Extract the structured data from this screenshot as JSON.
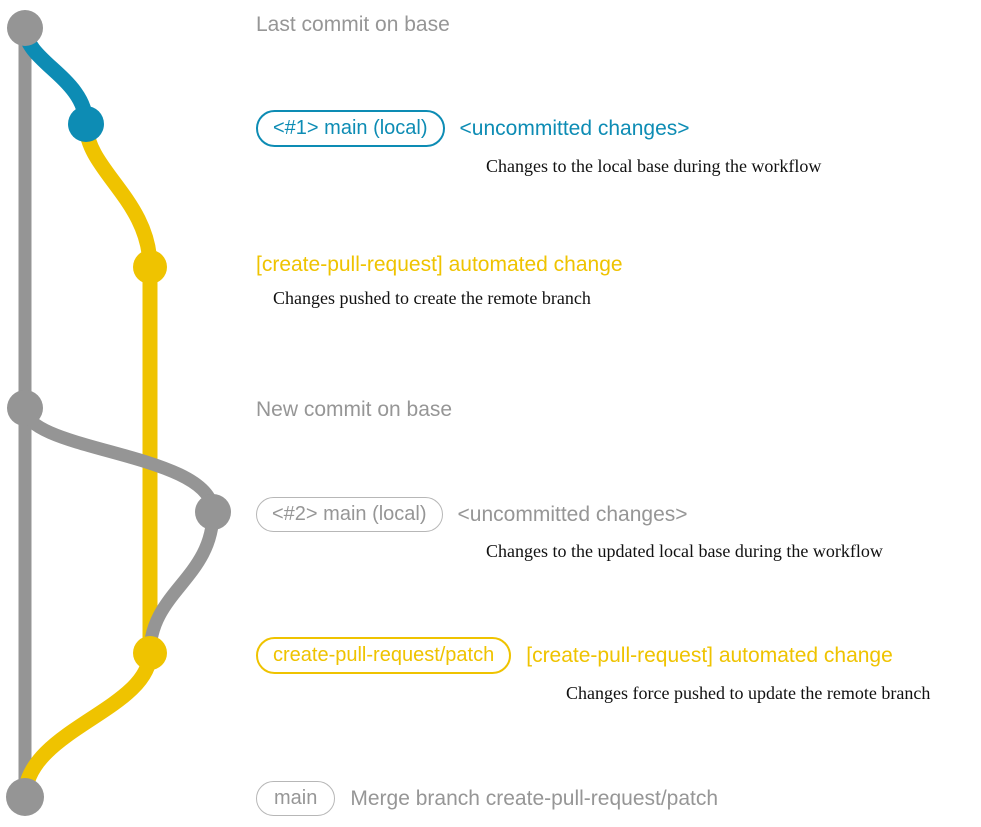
{
  "diagram": {
    "title": "git branch workflow graph",
    "colors": {
      "base_gray": "#959595",
      "local_blue": "#0d8cb4",
      "remote_yellow": "#efc300",
      "subtext_black": "#111111",
      "background": "#ffffff"
    }
  },
  "rows": [
    {
      "id": "last-commit-on-base",
      "pill": null,
      "headline": "Last commit on base",
      "headline_color": "gray",
      "subtext": null,
      "node_color": "#959595"
    },
    {
      "id": "local-main-1",
      "pill": "<#1> main (local)",
      "pill_color": "blue",
      "headline": "<uncommitted changes>",
      "headline_color": "blue",
      "subtext": "Changes to the local base during the workflow",
      "node_color": "#0d8cb4"
    },
    {
      "id": "automated-change-1",
      "pill": null,
      "headline": "[create-pull-request] automated change",
      "headline_color": "yellow",
      "subtext": "Changes pushed to create the remote branch",
      "node_color": "#efc300"
    },
    {
      "id": "new-commit-on-base",
      "pill": null,
      "headline": "New commit on base",
      "headline_color": "gray",
      "subtext": null,
      "node_color": "#959595"
    },
    {
      "id": "local-main-2",
      "pill": "<#2> main (local)",
      "pill_color": "gray",
      "headline": "<uncommitted changes>",
      "headline_color": "gray",
      "subtext": "Changes to the updated local base during the workflow",
      "node_color": "#959595"
    },
    {
      "id": "automated-change-2",
      "pill": "create-pull-request/patch",
      "pill_color": "yellow",
      "headline": "[create-pull-request] automated change",
      "headline_color": "yellow",
      "subtext": "Changes force pushed to update the remote branch",
      "node_color": "#efc300"
    },
    {
      "id": "merge-commit",
      "pill": "main",
      "pill_color": "gray",
      "headline": "Merge branch create-pull-request/patch",
      "headline_color": "gray",
      "subtext": null,
      "node_color": "#959595"
    }
  ]
}
